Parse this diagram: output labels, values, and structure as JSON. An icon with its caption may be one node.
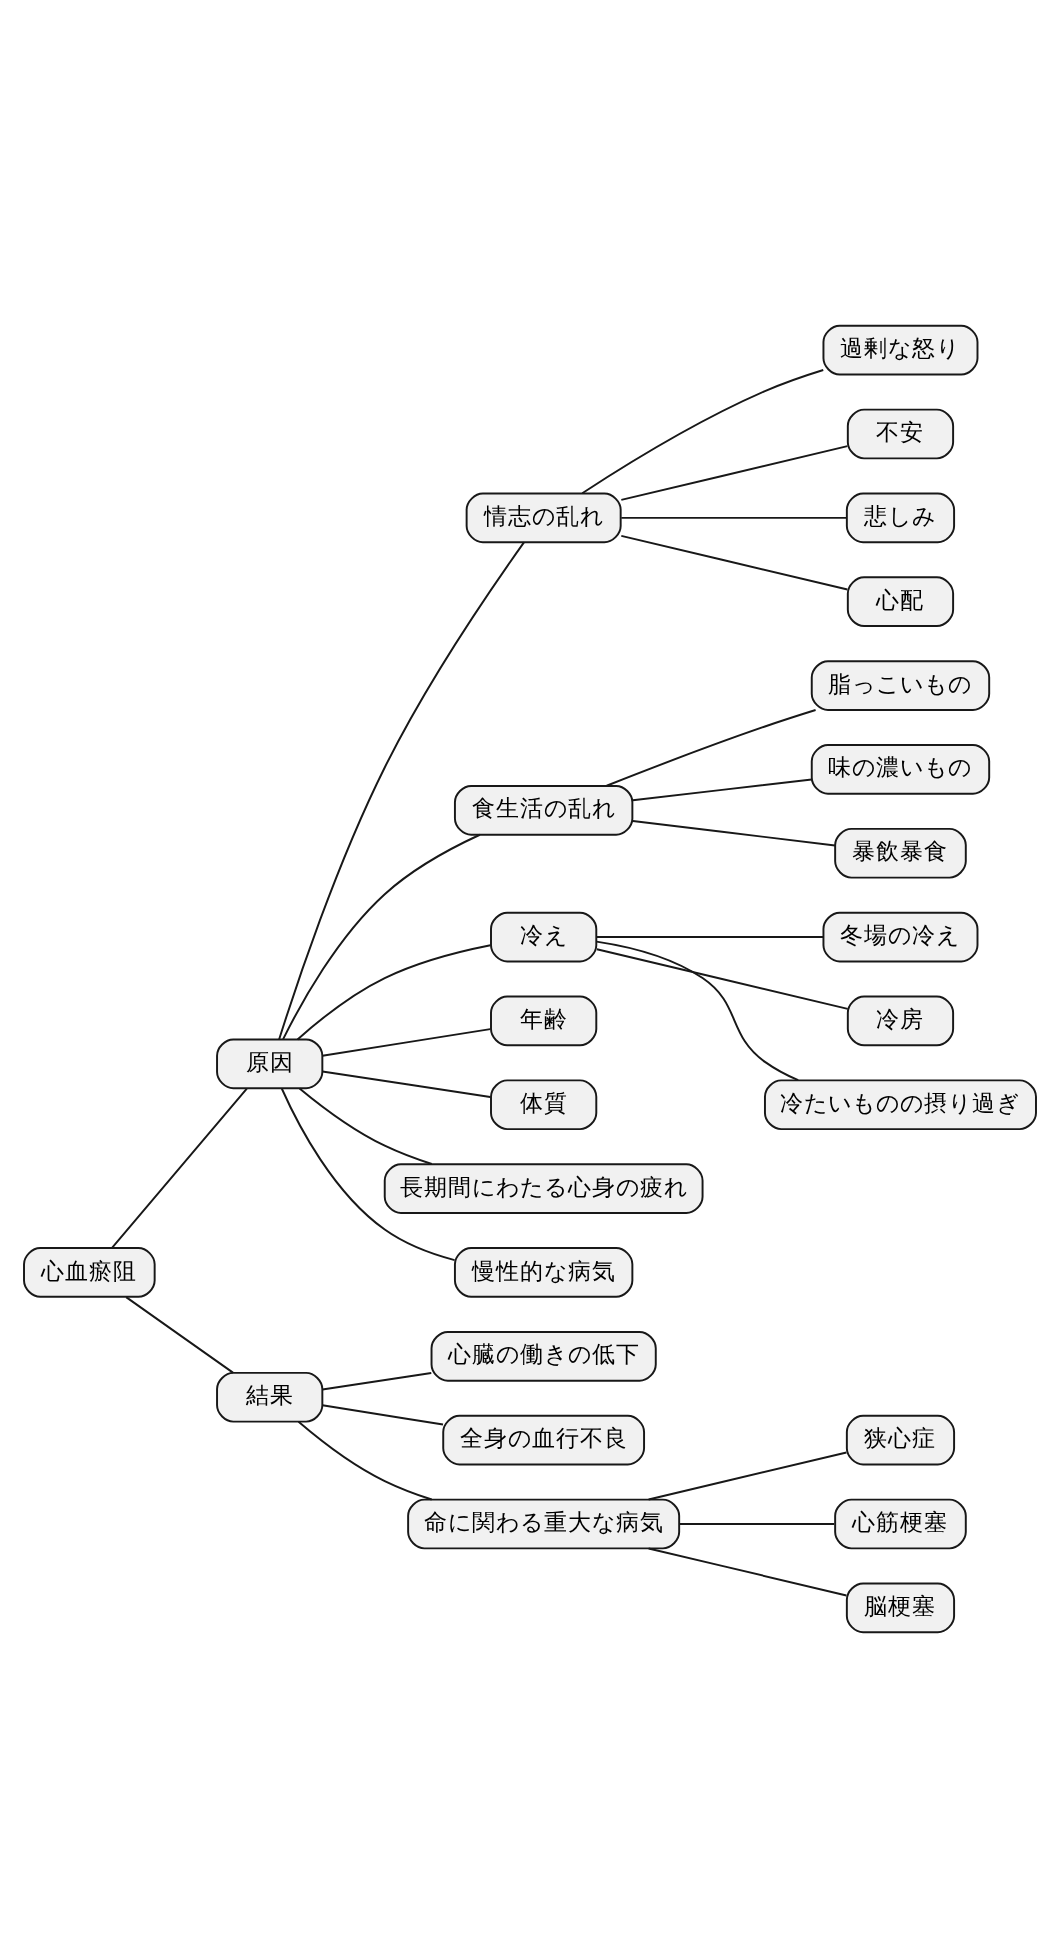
{
  "diagram": {
    "nodes": [
      {
        "text": [
          "心血瘀阻"
        ]
      },
      {
        "text": [
          "原因"
        ]
      },
      {
        "text": [
          "情志の乱れ"
        ]
      },
      {
        "text": [
          "過剰な怒り"
        ]
      },
      {
        "text": [
          "不安"
        ]
      },
      {
        "text": [
          "悲しみ"
        ]
      },
      {
        "text": [
          "心配"
        ]
      },
      {
        "text": [
          "食生活の乱れ"
        ]
      },
      {
        "text": [
          "脂っこいもの"
        ]
      },
      {
        "text": [
          "味の濃いもの"
        ]
      },
      {
        "text": [
          "暴飲暴食"
        ]
      },
      {
        "text": [
          "冷え"
        ]
      },
      {
        "text": [
          "冬場の冷え"
        ]
      },
      {
        "text": [
          "冷房"
        ]
      },
      {
        "text": [
          "冷たいものの摂り過ぎ"
        ]
      },
      {
        "text": [
          "年齢"
        ]
      },
      {
        "text": [
          "体質"
        ]
      },
      {
        "text": [
          "長期間にわたる心身の疲れ"
        ]
      },
      {
        "text": [
          "慢性的な病気"
        ]
      },
      {
        "text": [
          "結果"
        ]
      },
      {
        "text": [
          "心臓の働きの低下"
        ]
      },
      {
        "text": [
          "全身の血行不良"
        ]
      },
      {
        "text": [
          "命に関わる重大な病気"
        ]
      },
      {
        "text": [
          "狭心症"
        ]
      },
      {
        "text": [
          "心筋梗塞"
        ]
      },
      {
        "text": [
          "脳梗塞"
        ]
      }
    ],
    "edges": [
      {
        "from": 0,
        "to": 1,
        "arrow": "none"
      },
      {
        "from": 1,
        "to": 2,
        "arrow": "none"
      },
      {
        "from": 2,
        "to": 3,
        "arrow": "none"
      },
      {
        "from": 2,
        "to": 4,
        "arrow": "none"
      },
      {
        "from": 2,
        "to": 5,
        "arrow": "none"
      },
      {
        "from": 2,
        "to": 6,
        "arrow": "none"
      },
      {
        "from": 1,
        "to": 7,
        "arrow": "none"
      },
      {
        "from": 7,
        "to": 8,
        "arrow": "none"
      },
      {
        "from": 7,
        "to": 9,
        "arrow": "none"
      },
      {
        "from": 7,
        "to": 10,
        "arrow": "none"
      },
      {
        "from": 1,
        "to": 11,
        "arrow": "none"
      },
      {
        "from": 11,
        "to": 12,
        "arrow": "none"
      },
      {
        "from": 11,
        "to": 13,
        "arrow": "none"
      },
      {
        "from": 11,
        "to": 14,
        "arrow": "none"
      },
      {
        "from": 1,
        "to": 15,
        "arrow": "none"
      },
      {
        "from": 1,
        "to": 16,
        "arrow": "none"
      },
      {
        "from": 1,
        "to": 17,
        "arrow": "none"
      },
      {
        "from": 1,
        "to": 18,
        "arrow": "none"
      },
      {
        "from": 0,
        "to": 19,
        "arrow": "none"
      },
      {
        "from": 19,
        "to": 20,
        "arrow": "none"
      },
      {
        "from": 19,
        "to": 21,
        "arrow": "none"
      },
      {
        "from": 19,
        "to": 22,
        "arrow": "none"
      },
      {
        "from": 22,
        "to": 23,
        "arrow": "none"
      },
      {
        "from": 22,
        "to": 24,
        "arrow": "none"
      },
      {
        "from": 22,
        "to": 25,
        "arrow": "none"
      }
    ]
  }
}
